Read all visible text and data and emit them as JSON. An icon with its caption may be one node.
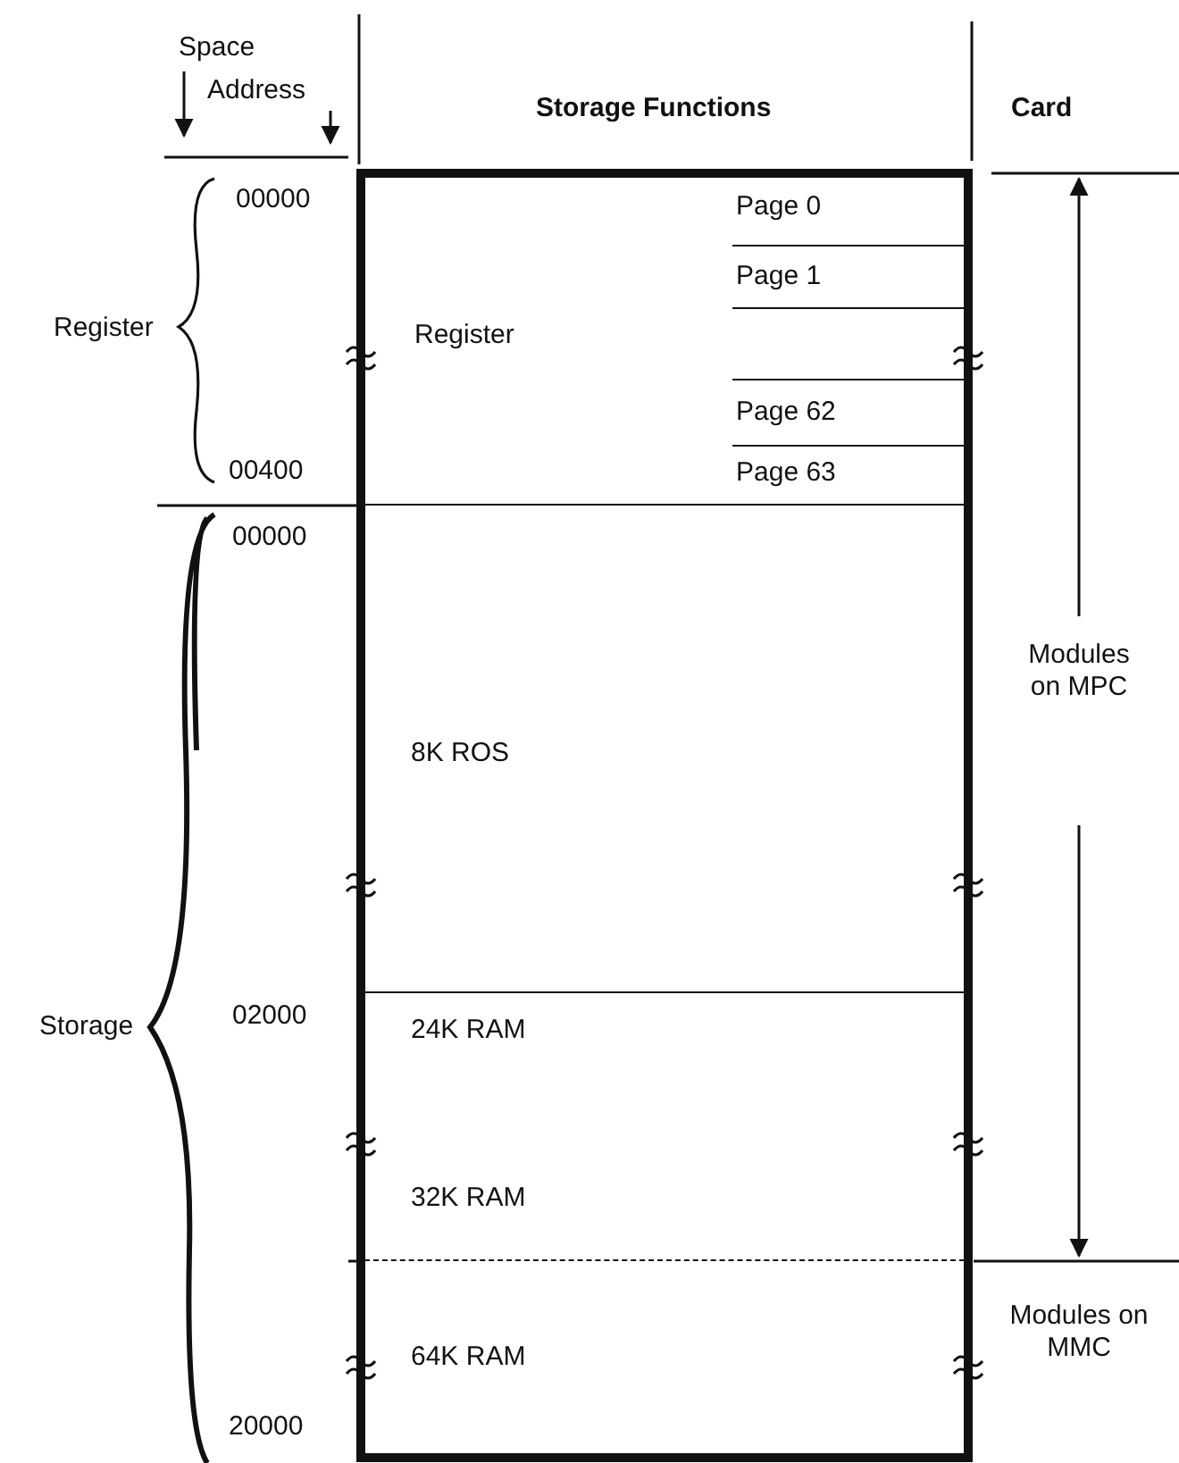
{
  "diagram": {
    "nodes": [
      {
        "text": [
          "Register"
        ]
      },
      {
        "text": [
          "Page 0"
        ],
        "in": 0
      },
      {
        "text": [
          "Page 1"
        ],
        "in": 0
      },
      {
        "text": [
          "Page 62"
        ],
        "in": 0
      },
      {
        "text": [
          "Page 63"
        ],
        "in": 0
      },
      {
        "text": [
          "8K ROS"
        ]
      },
      {
        "text": [
          "24K RAM",
          "32K RAM"
        ]
      },
      {
        "text": [
          "64K RAM"
        ]
      }
    ],
    "edges": [],
    "labels": [
      "Space",
      "Address",
      "Storage Functions",
      "Card",
      "00000",
      "Register",
      "00400",
      "00000",
      "Storage",
      "02000",
      "20000",
      "Modules on MPC",
      "Modules on MMC"
    ]
  }
}
